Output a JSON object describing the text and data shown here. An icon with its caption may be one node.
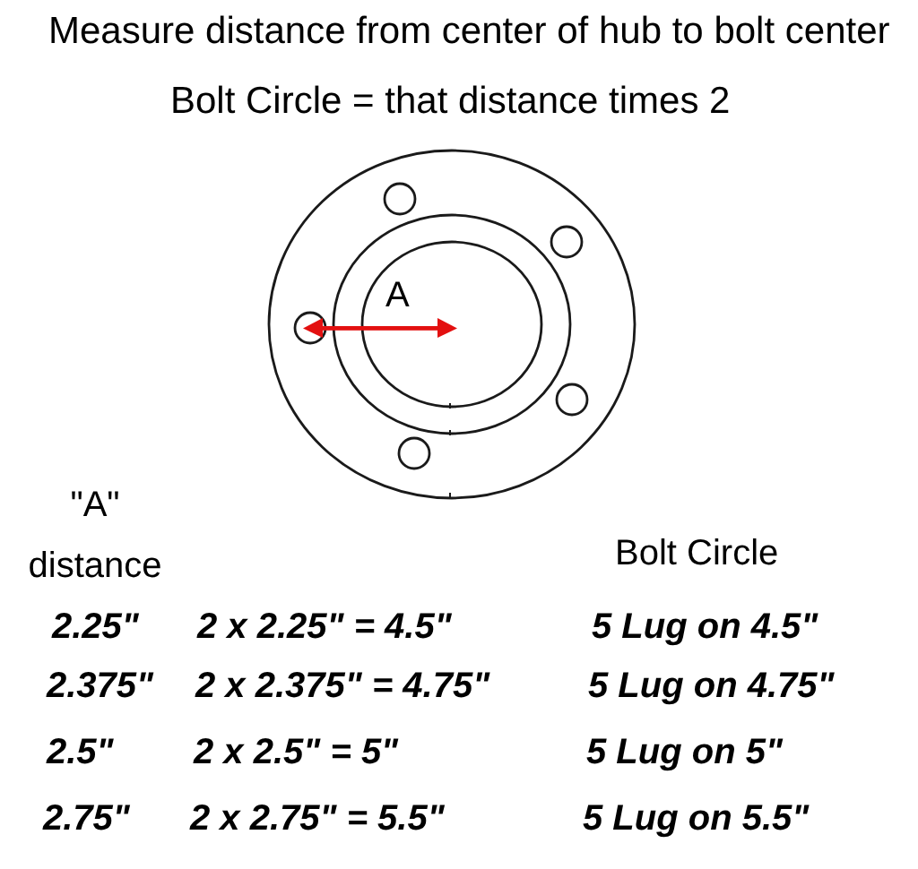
{
  "diagram": {
    "title": "Measure distance from center of hub to bolt center",
    "labels": [
      "Bolt Circle = that distance times 2",
      "A",
      "\"A\" distance",
      "Bolt Circle",
      "2.25\"",
      "2 x 2.25\" = 4.5\"",
      "5 Lug on 4.5\"",
      "2.375\"",
      "2 x 2.375\" = 4.75\"",
      "5 Lug on 4.75\"",
      "2.5\"",
      "2 x 2.5\" = 5\"",
      "5 Lug on 5\"",
      "2.75\"",
      "2 x 2.75\" = 5.5\"",
      "5 Lug on 5.5\""
    ]
  }
}
